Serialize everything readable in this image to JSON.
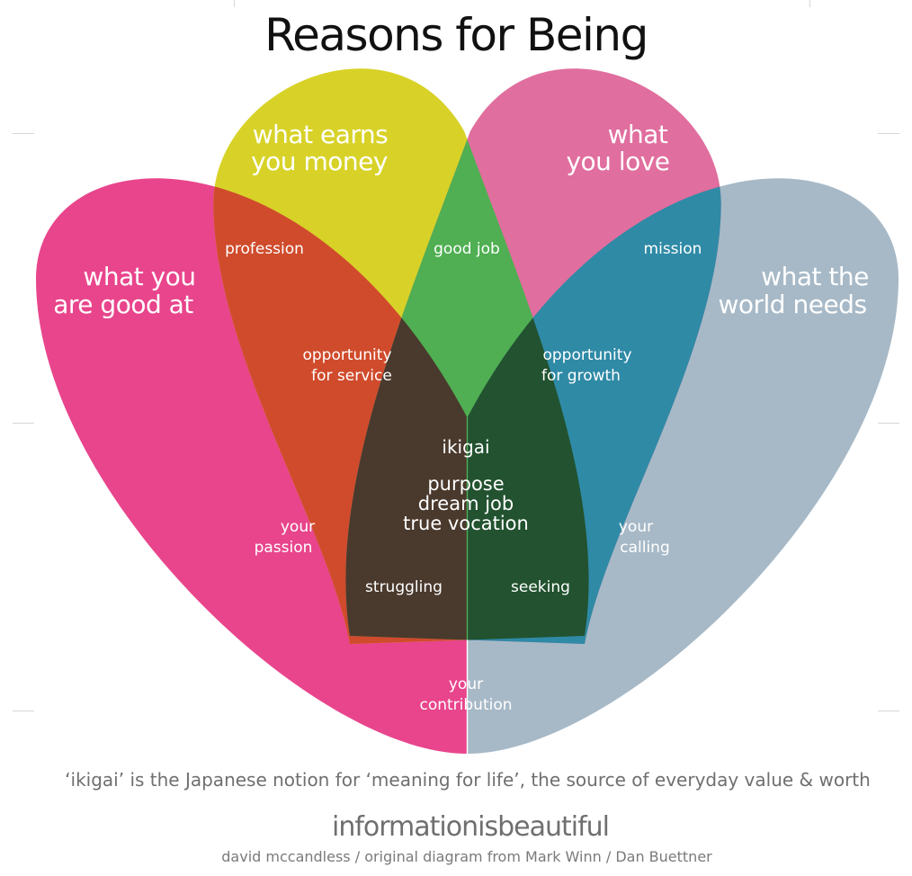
{
  "title": "Reasons for Being",
  "circles": {
    "good_at": {
      "line1": "what you",
      "line2": "are good at",
      "color": "#e8458c"
    },
    "earns_money": {
      "line1": "what earns",
      "line2": "you money",
      "color": "#d8d228"
    },
    "love": {
      "line1": "what",
      "line2": "you love",
      "color": "#e06e9e"
    },
    "world_needs": {
      "line1": "what the",
      "line2": "world needs",
      "color": "#a7b9c7"
    }
  },
  "regions": {
    "profession": "profession",
    "good_job": "good job",
    "mission": "mission",
    "opportunity_service": {
      "line1": "opportunity",
      "line2": "for service"
    },
    "opportunity_growth": {
      "line1": "opportunity",
      "line2": "for growth"
    },
    "your_passion": {
      "line1": "your",
      "line2": "passion"
    },
    "your_calling": {
      "line1": "your",
      "line2": "calling"
    },
    "struggling": "struggling",
    "seeking": "seeking",
    "your_contribution": {
      "line1": "your",
      "line2": "contribution"
    },
    "center": {
      "label": "ikigai",
      "line1": "purpose",
      "line2": "dream job",
      "line3": "true vocation"
    }
  },
  "tagline": "‘ikigai’ is the Japanese notion for ‘meaning for life’, the source of everyday value & worth",
  "brand": "informationisbeautiful",
  "credit": "david mccandless / original diagram from Mark Winn / Dan Buettner"
}
